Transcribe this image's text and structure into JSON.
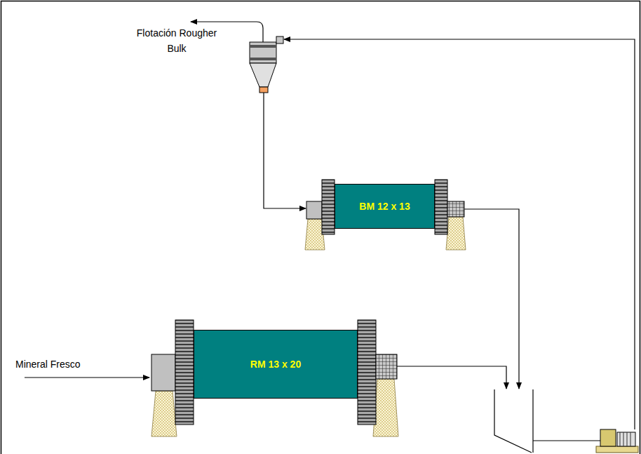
{
  "diagram": {
    "nodes": [
      {
        "text": [
          "BM 12 x 13"
        ]
      },
      {
        "text": [
          "RM 13 x 20"
        ]
      }
    ],
    "labels": [
      "Flotación Rougher Bulk",
      "Mineral Fresco"
    ]
  }
}
